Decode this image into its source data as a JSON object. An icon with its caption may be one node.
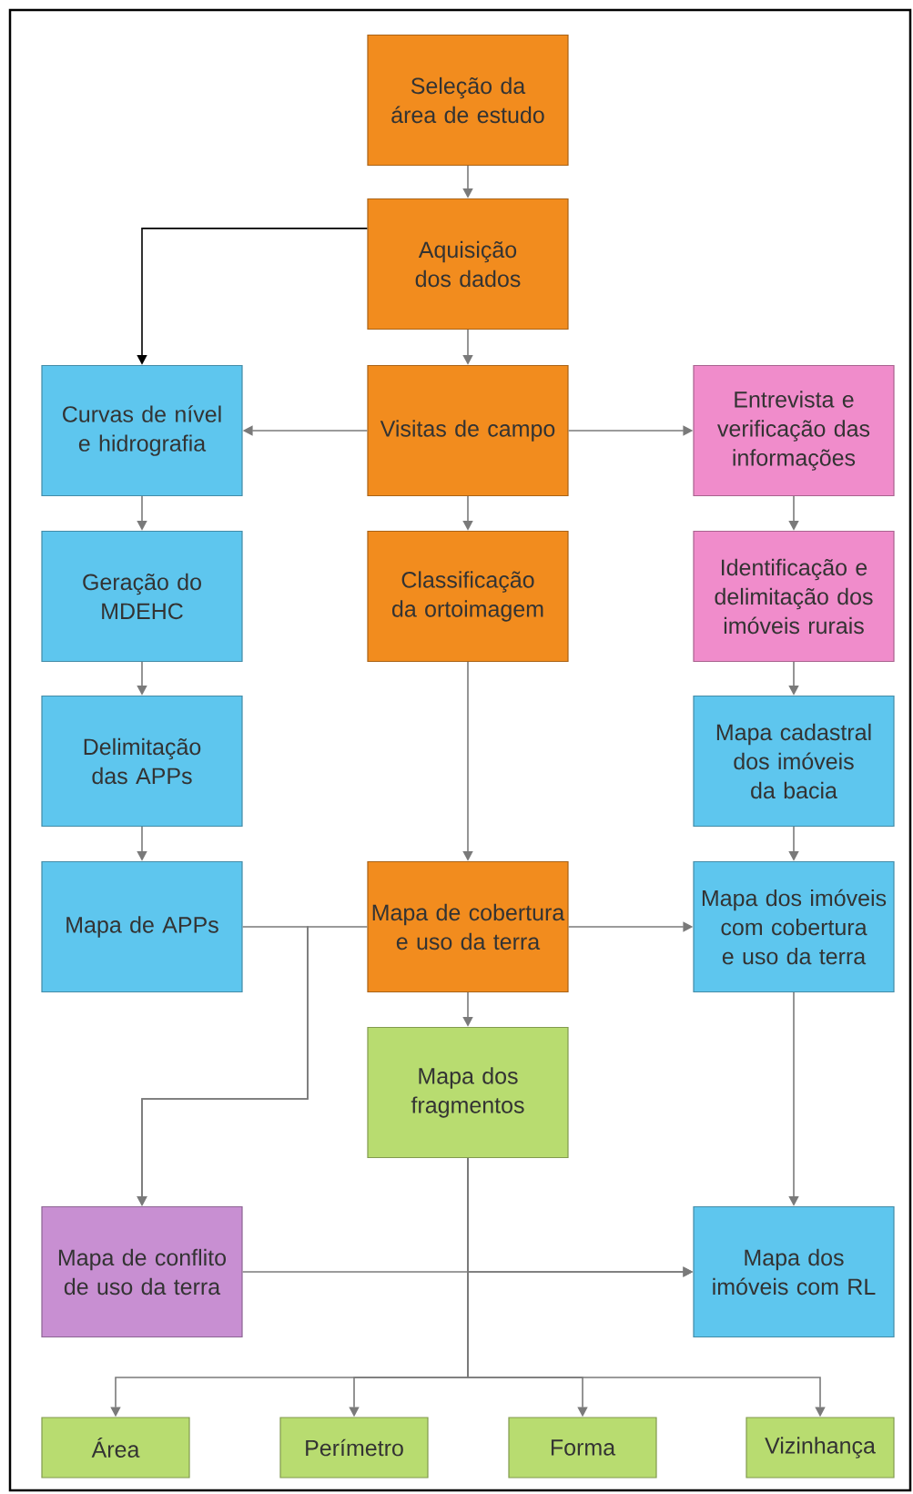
{
  "diagram": {
    "nodes": [
      {
        "text": [
          "Seleção da área de estudo"
        ]
      },
      {
        "text": [
          "Aquisição dos dados"
        ]
      },
      {
        "text": [
          "Curvas de nível e hidrografia"
        ]
      },
      {
        "text": [
          "Visitas de campo"
        ]
      },
      {
        "text": [
          "Entrevista e verificação das informações"
        ]
      },
      {
        "text": [
          "Geração do MDEHC"
        ]
      },
      {
        "text": [
          "Classificação da ortoimagem"
        ]
      },
      {
        "text": [
          "Identificação e delimitação dos imóveis rurais"
        ]
      },
      {
        "text": [
          "Delimitação das APPs"
        ]
      },
      {
        "text": [
          "Mapa cadastral dos imóveis da bacia"
        ]
      },
      {
        "text": [
          "Mapa de APPs"
        ]
      },
      {
        "text": [
          "Mapa de cobertura e uso da terra"
        ]
      },
      {
        "text": [
          "Mapa dos imóveis com cobertura e uso da terra"
        ]
      },
      {
        "text": [
          "Mapa dos fragmentos"
        ]
      },
      {
        "text": [
          "Mapa de conflito de uso da terra"
        ]
      },
      {
        "text": [
          "Mapa dos imóveis com RL"
        ]
      },
      {
        "text": [
          "Área"
        ]
      },
      {
        "text": [
          "Perímetro"
        ]
      },
      {
        "text": [
          "Forma"
        ]
      },
      {
        "text": [
          "Vizinhança"
        ]
      }
    ],
    "edges": [
      {
        "from": 0,
        "to": 1,
        "arrow": "to"
      },
      {
        "from": 1,
        "to": 2,
        "arrow": "to",
        "color": "#000000"
      },
      {
        "from": 1,
        "to": 3,
        "arrow": "to"
      },
      {
        "from": 3,
        "to": 2,
        "arrow": "to"
      },
      {
        "from": 3,
        "to": 4,
        "arrow": "to"
      },
      {
        "from": 3,
        "to": 6,
        "arrow": "to"
      },
      {
        "from": 2,
        "to": 5,
        "arrow": "to"
      },
      {
        "from": 4,
        "to": 7,
        "arrow": "to"
      },
      {
        "from": 5,
        "to": 8,
        "arrow": "to"
      },
      {
        "from": 7,
        "to": 9,
        "arrow": "to"
      },
      {
        "from": 8,
        "to": 10,
        "arrow": "to"
      },
      {
        "from": 9,
        "to": 12,
        "arrow": "to"
      },
      {
        "from": 6,
        "to": 11,
        "arrow": "to"
      },
      {
        "from": 11,
        "to": 12,
        "arrow": "to"
      },
      {
        "from": 10,
        "to": 14,
        "arrow": "to"
      },
      {
        "from": 11,
        "to": 14,
        "arrow": "to"
      },
      {
        "from": 11,
        "to": 13,
        "arrow": "to"
      },
      {
        "from": 12,
        "to": 15,
        "arrow": "to"
      },
      {
        "from": 14,
        "to": 15,
        "arrow": "to"
      },
      {
        "from": 13,
        "to": 15,
        "arrow": "to"
      },
      {
        "from": 13,
        "to": 16,
        "arrow": "to"
      },
      {
        "from": 13,
        "to": 17,
        "arrow": "to"
      },
      {
        "from": 13,
        "to": 18,
        "arrow": "to"
      },
      {
        "from": 13,
        "to": 19,
        "arrow": "to"
      }
    ]
  }
}
